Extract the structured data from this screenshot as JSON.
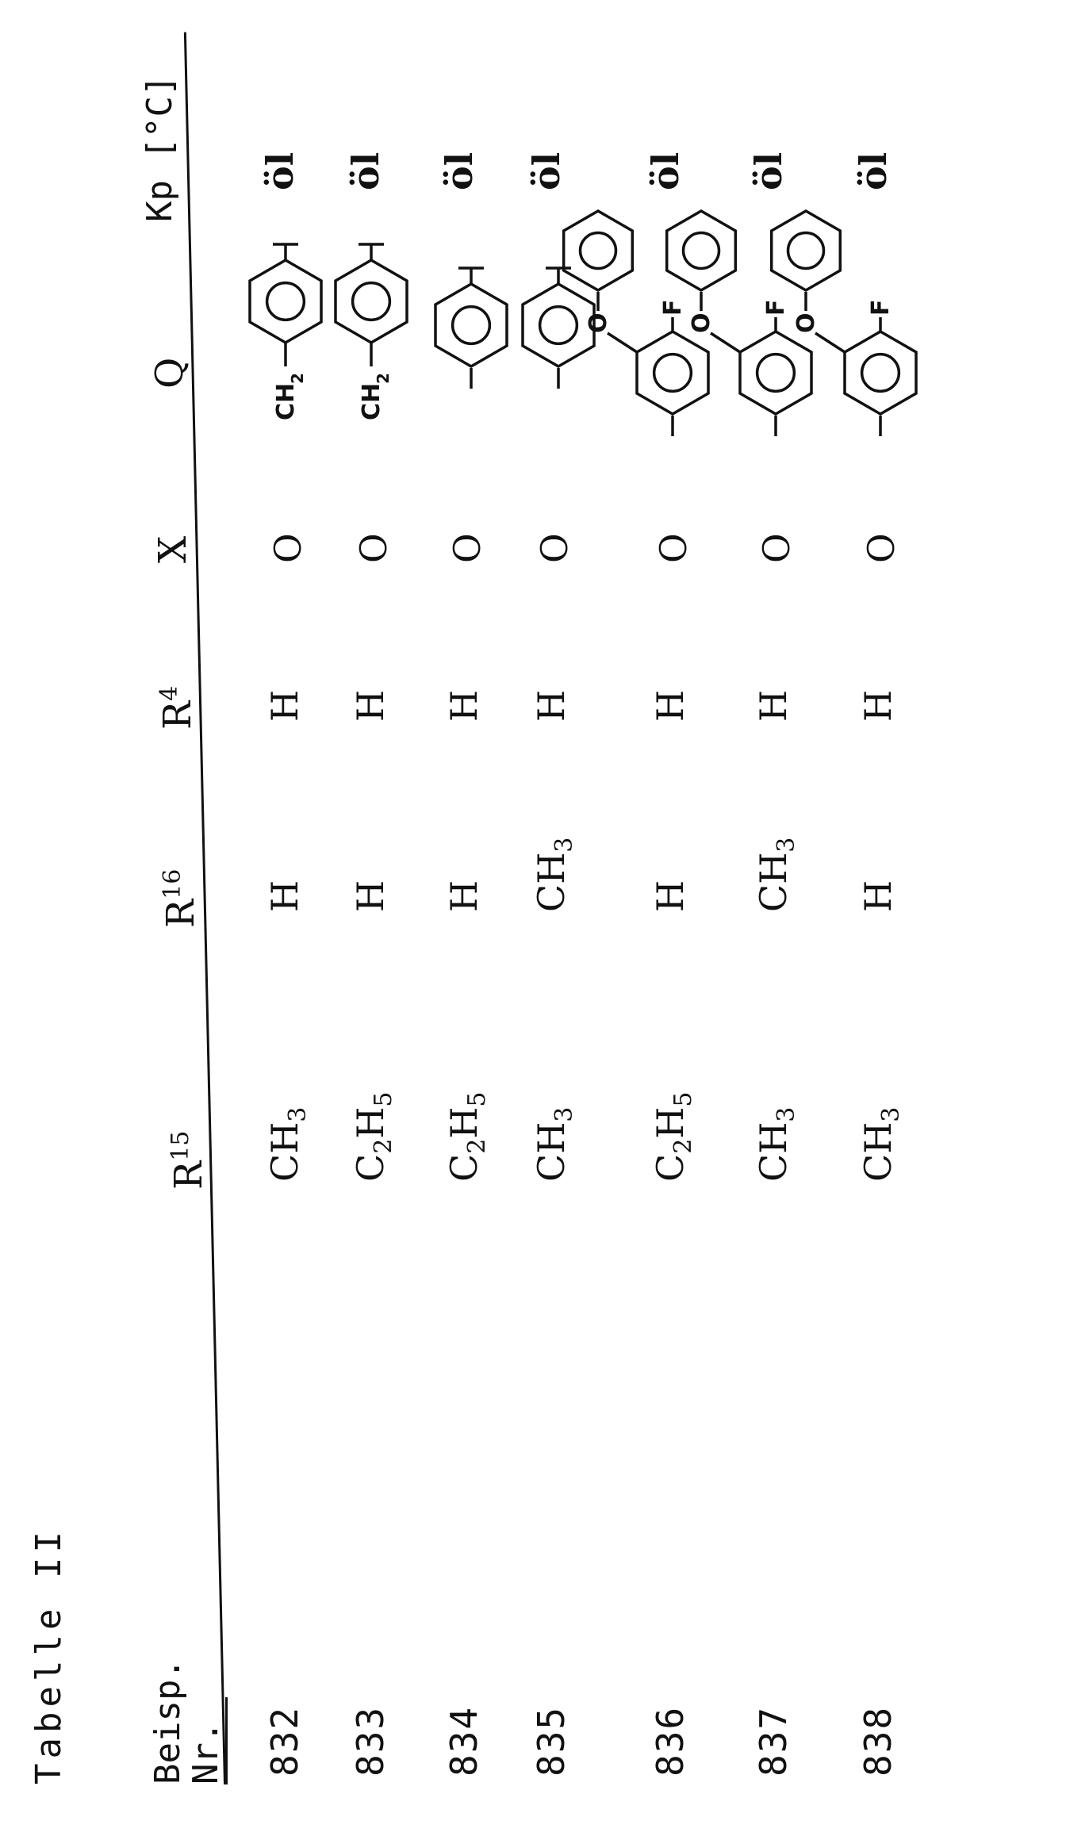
{
  "title": "Tabelle II",
  "headers": {
    "nr_line1": "Beisp.",
    "nr_line2": "Nr.",
    "r15": "R",
    "r15_sup": "15",
    "r16": "R",
    "r16_sup": "16",
    "r4": "R",
    "r4_sup": "4",
    "x": "X",
    "q": "Q",
    "kp": "Kp [°C]"
  },
  "q_labels": {
    "ch2": "CH",
    "ch2_sub": "2",
    "ring": "O",
    "oxy": "O",
    "fluor": "F"
  },
  "rows": [
    {
      "nr": "832",
      "r15": "CH",
      "r15_sub": "3",
      "r16": "H",
      "r4": "H",
      "x": "O",
      "q": "benzyl",
      "kp": "öl"
    },
    {
      "nr": "833",
      "r15": "C",
      "r15_sub": "2",
      "r15_b": "H",
      "r15_sub2": "5",
      "r16": "H",
      "r4": "H",
      "x": "O",
      "q": "benzyl",
      "kp": "öl"
    },
    {
      "nr": "834",
      "r15": "C",
      "r15_sub": "2",
      "r15_b": "H",
      "r15_sub2": "5",
      "r16": "H",
      "r4": "H",
      "x": "O",
      "q": "phenylene",
      "kp": "öl"
    },
    {
      "nr": "835",
      "r15": "CH",
      "r15_sub": "3",
      "r16": "CH",
      "r16_sub": "3",
      "r4": "H",
      "x": "O",
      "q": "phenylene",
      "kp": "öl"
    },
    {
      "nr": "836",
      "r15": "C",
      "r15_sub": "2",
      "r15_b": "H",
      "r15_sub2": "5",
      "r16": "H",
      "r4": "H",
      "x": "O",
      "q": "fluoro-phenoxyphenyl",
      "kp": "öl"
    },
    {
      "nr": "837",
      "r15": "CH",
      "r15_sub": "3",
      "r16": "CH",
      "r16_sub": "3",
      "r4": "H",
      "x": "O",
      "q": "fluoro-phenoxyphenyl",
      "kp": "öl"
    },
    {
      "nr": "838",
      "r15": "CH",
      "r15_sub": "3",
      "r16": "H",
      "r4": "H",
      "x": "O",
      "q": "fluoro-phenoxyphenyl",
      "kp": "öl"
    }
  ]
}
